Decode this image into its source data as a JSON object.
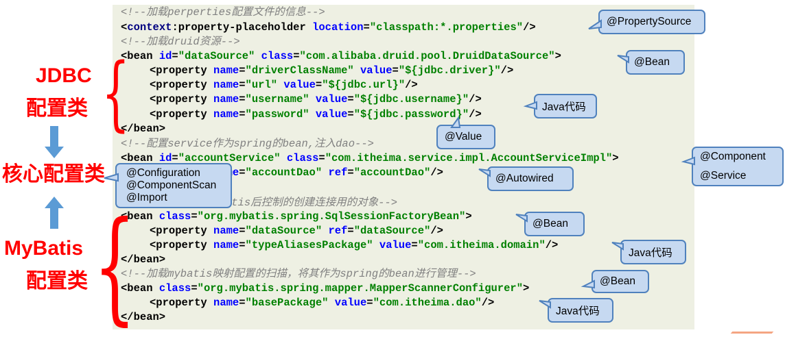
{
  "code_lines": [
    {
      "parts": [
        {
          "t": "<!--加载perperties配置文件的信息-->",
          "c": "cm"
        }
      ]
    },
    {
      "parts": [
        {
          "t": "<",
          "c": ""
        },
        {
          "t": "context",
          "c": "kw"
        },
        {
          "t": ":property-placeholder ",
          "c": ""
        },
        {
          "t": "location",
          "c": "at"
        },
        {
          "t": "=",
          "c": ""
        },
        {
          "t": "\"classpath:*.properties\"",
          "c": "sv"
        },
        {
          "t": "/>",
          "c": ""
        }
      ]
    },
    {
      "parts": [
        {
          "t": "<!--加载druid资源-->",
          "c": "cm"
        }
      ]
    },
    {
      "parts": [
        {
          "t": "<bean ",
          "c": ""
        },
        {
          "t": "id",
          "c": "at"
        },
        {
          "t": "=",
          "c": ""
        },
        {
          "t": "\"dataSource\"",
          "c": "sv"
        },
        {
          "t": " ",
          "c": ""
        },
        {
          "t": "class",
          "c": "at"
        },
        {
          "t": "=",
          "c": ""
        },
        {
          "t": "\"com.alibaba.druid.pool.DruidDataSource\"",
          "c": "sv"
        },
        {
          "t": ">",
          "c": ""
        }
      ]
    },
    {
      "parts": [
        {
          "t": "<property ",
          "c": ""
        },
        {
          "t": "name",
          "c": "at"
        },
        {
          "t": "=",
          "c": ""
        },
        {
          "t": "\"driverClassName\"",
          "c": "sv"
        },
        {
          "t": " ",
          "c": ""
        },
        {
          "t": "value",
          "c": "at"
        },
        {
          "t": "=",
          "c": ""
        },
        {
          "t": "\"${jdbc.driver}\"",
          "c": "sv"
        },
        {
          "t": "/>",
          "c": ""
        }
      ]
    },
    {
      "parts": [
        {
          "t": "<property ",
          "c": ""
        },
        {
          "t": "name",
          "c": "at"
        },
        {
          "t": "=",
          "c": ""
        },
        {
          "t": "\"url\"",
          "c": "sv"
        },
        {
          "t": " ",
          "c": ""
        },
        {
          "t": "value",
          "c": "at"
        },
        {
          "t": "=",
          "c": ""
        },
        {
          "t": "\"${jdbc.url}\"",
          "c": "sv"
        },
        {
          "t": "/>",
          "c": ""
        }
      ]
    },
    {
      "parts": [
        {
          "t": "<property ",
          "c": ""
        },
        {
          "t": "name",
          "c": "at"
        },
        {
          "t": "=",
          "c": ""
        },
        {
          "t": "\"username\"",
          "c": "sv"
        },
        {
          "t": " ",
          "c": ""
        },
        {
          "t": "value",
          "c": "at"
        },
        {
          "t": "=",
          "c": ""
        },
        {
          "t": "\"${jdbc.username}\"",
          "c": "sv"
        },
        {
          "t": "/>",
          "c": ""
        }
      ]
    },
    {
      "parts": [
        {
          "t": "<property ",
          "c": ""
        },
        {
          "t": "name",
          "c": "at"
        },
        {
          "t": "=",
          "c": ""
        },
        {
          "t": "\"password\"",
          "c": "sv"
        },
        {
          "t": " ",
          "c": ""
        },
        {
          "t": "value",
          "c": "at"
        },
        {
          "t": "=",
          "c": ""
        },
        {
          "t": "\"${jdbc.password}\"",
          "c": "sv"
        },
        {
          "t": "/>",
          "c": ""
        }
      ]
    },
    {
      "parts": [
        {
          "t": "</bean>",
          "c": ""
        }
      ]
    },
    {
      "parts": [
        {
          "t": "<!--配置service作为spring的bean,注入dao-->",
          "c": "cm"
        }
      ]
    },
    {
      "parts": [
        {
          "t": "<bean ",
          "c": ""
        },
        {
          "t": "id",
          "c": "at"
        },
        {
          "t": "=",
          "c": ""
        },
        {
          "t": "\"accountService\"",
          "c": "sv"
        },
        {
          "t": " ",
          "c": ""
        },
        {
          "t": "class",
          "c": "at"
        },
        {
          "t": "=",
          "c": ""
        },
        {
          "t": "\"com.itheima.service.impl.AccountServiceImpl\"",
          "c": "sv"
        },
        {
          "t": ">",
          "c": ""
        }
      ]
    },
    {
      "parts": [
        {
          "t": "<property ",
          "c": ""
        },
        {
          "t": "name",
          "c": "at"
        },
        {
          "t": "=",
          "c": ""
        },
        {
          "t": "\"accountDao\"",
          "c": "sv"
        },
        {
          "t": " ",
          "c": ""
        },
        {
          "t": "ref",
          "c": "at"
        },
        {
          "t": "=",
          "c": ""
        },
        {
          "t": "\"accountDao\"",
          "c": "sv"
        },
        {
          "t": "/>",
          "c": ""
        }
      ]
    },
    {
      "parts": [
        {
          "t": "<!--spring整合mybatis后控制的创建连接用的对象-->",
          "c": "cm"
        }
      ]
    },
    {
      "parts": [
        {
          "t": "<bean ",
          "c": ""
        },
        {
          "t": "class",
          "c": "at"
        },
        {
          "t": "=",
          "c": ""
        },
        {
          "t": "\"org.mybatis.spring.SqlSessionFactoryBean\"",
          "c": "sv"
        },
        {
          "t": ">",
          "c": ""
        }
      ]
    },
    {
      "parts": [
        {
          "t": "<property ",
          "c": ""
        },
        {
          "t": "name",
          "c": "at"
        },
        {
          "t": "=",
          "c": ""
        },
        {
          "t": "\"dataSource\"",
          "c": "sv"
        },
        {
          "t": " ",
          "c": ""
        },
        {
          "t": "ref",
          "c": "at"
        },
        {
          "t": "=",
          "c": ""
        },
        {
          "t": "\"dataSource\"",
          "c": "sv"
        },
        {
          "t": "/>",
          "c": ""
        }
      ]
    },
    {
      "parts": [
        {
          "t": "<property ",
          "c": ""
        },
        {
          "t": "name",
          "c": "at"
        },
        {
          "t": "=",
          "c": ""
        },
        {
          "t": "\"typeAliasesPackage\"",
          "c": "sv"
        },
        {
          "t": " ",
          "c": ""
        },
        {
          "t": "value",
          "c": "at"
        },
        {
          "t": "=",
          "c": ""
        },
        {
          "t": "\"com.itheima.domain\"",
          "c": "sv"
        },
        {
          "t": "/>",
          "c": ""
        }
      ]
    },
    {
      "parts": [
        {
          "t": "</bean>",
          "c": ""
        }
      ]
    },
    {
      "parts": [
        {
          "t": "<!--加载mybatis映射配置的扫描，将其作为spring的bean进行管理-->",
          "c": "cm"
        }
      ]
    },
    {
      "parts": [
        {
          "t": "<bean ",
          "c": ""
        },
        {
          "t": "class",
          "c": "at"
        },
        {
          "t": "=",
          "c": ""
        },
        {
          "t": "\"org.mybatis.spring.mapper.MapperScannerConfigurer\"",
          "c": "sv"
        },
        {
          "t": ">",
          "c": ""
        }
      ]
    },
    {
      "parts": [
        {
          "t": "<property ",
          "c": ""
        },
        {
          "t": "name",
          "c": "at"
        },
        {
          "t": "=",
          "c": ""
        },
        {
          "t": "\"basePackage\"",
          "c": "sv"
        },
        {
          "t": " ",
          "c": ""
        },
        {
          "t": "value",
          "c": "at"
        },
        {
          "t": "=",
          "c": ""
        },
        {
          "t": "\"com.itheima.dao\"",
          "c": "sv"
        },
        {
          "t": "/>",
          "c": ""
        }
      ]
    },
    {
      "parts": [
        {
          "t": "</bean>",
          "c": ""
        }
      ]
    }
  ],
  "side_labels": {
    "jdbc": "JDBC",
    "jdbc_sub": "配置类",
    "core": "核心配置类",
    "mybatis": "MyBatis",
    "mybatis_sub": "配置类"
  },
  "callouts": {
    "property_source": "@PropertySource",
    "bean_1": "@Bean",
    "java_code_1": "Java代码",
    "value": "@Value",
    "component": "@Component",
    "service": "@Service",
    "autowired": "@Autowired",
    "configuration": "@Configuration",
    "component_scan": "@ComponentScan",
    "import": "@Import",
    "bean_2": "@Bean",
    "java_code_2": "Java代码",
    "bean_3": "@Bean",
    "java_code_3": "Java代码"
  },
  "colors": {
    "label_red": "#ff0000",
    "arrow_blue": "#5b9bd5",
    "callout_fill": "#c6d9f1",
    "callout_border": "#4f81bd",
    "code_bg": "#eef0e3"
  }
}
